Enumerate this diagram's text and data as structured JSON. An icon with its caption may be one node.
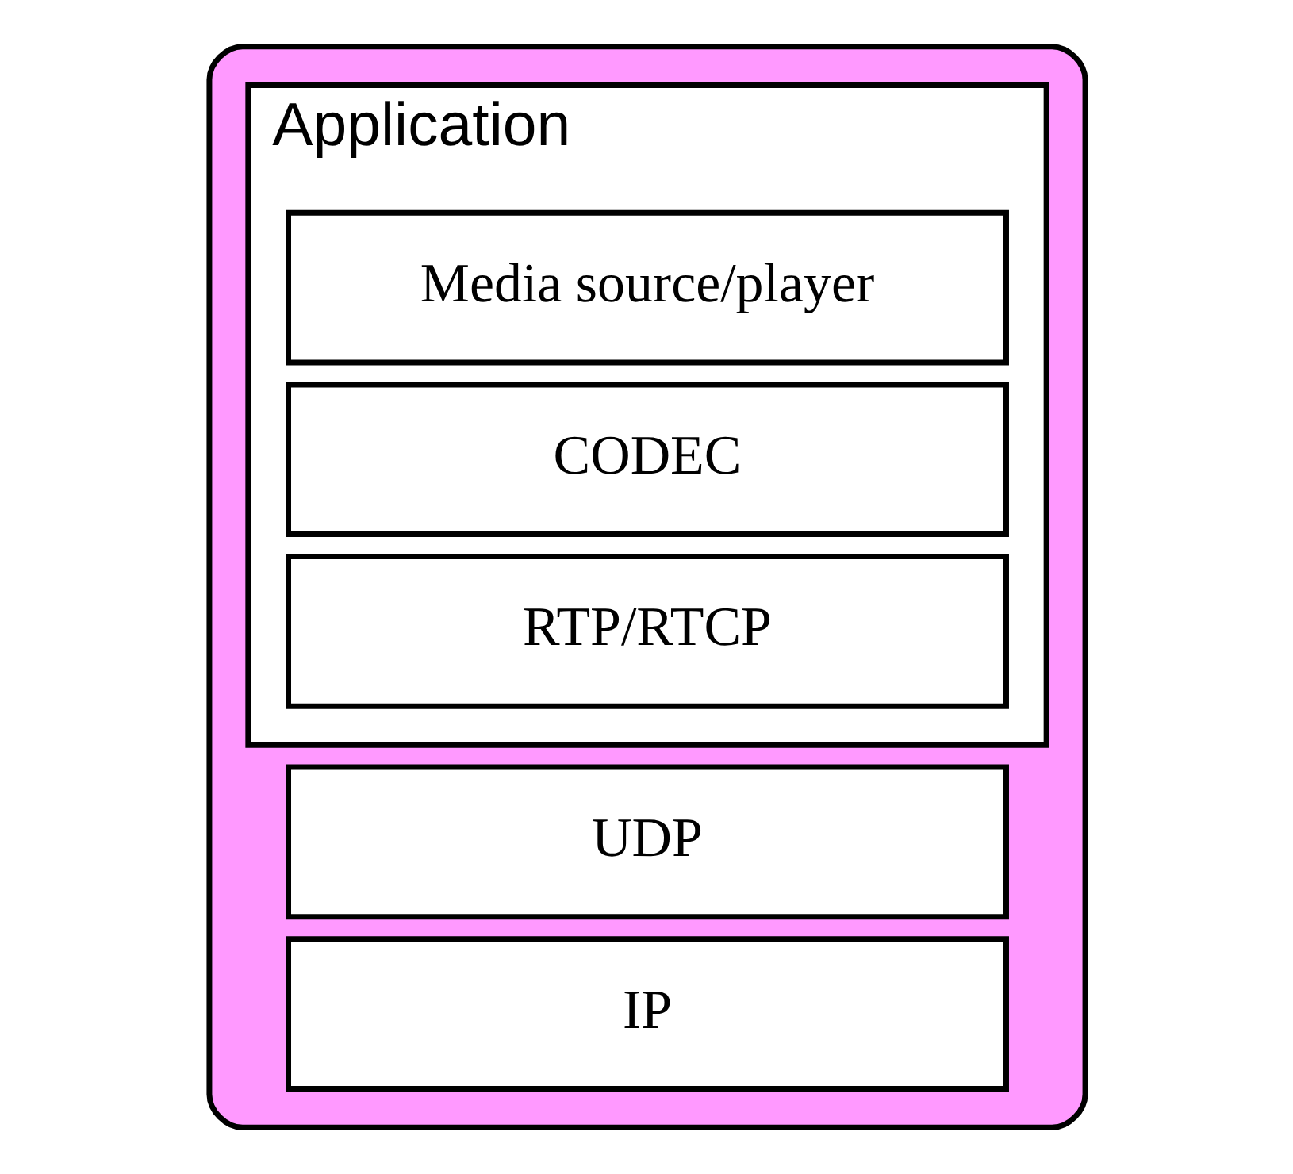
{
  "diagram": {
    "nodes": [
      {
        "text": [],
        "shape": "box"
      },
      {
        "text": [
          "Application"
        ],
        "in": 0
      },
      {
        "text": [
          "Media source/player"
        ],
        "in": 1
      },
      {
        "text": [
          "CODEC"
        ],
        "in": 1
      },
      {
        "text": [
          "RTP/RTCP"
        ],
        "in": 1
      },
      {
        "text": [
          "UDP"
        ],
        "in": 0
      },
      {
        "text": [
          "IP"
        ],
        "in": 0
      }
    ]
  }
}
